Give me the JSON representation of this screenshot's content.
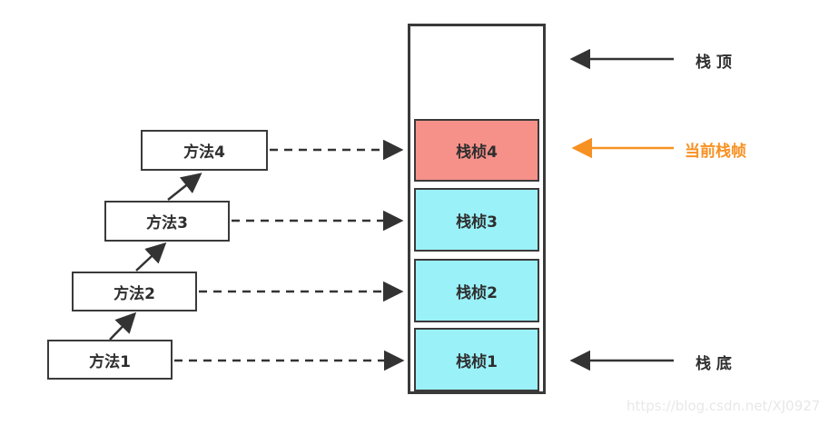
{
  "call_chain": {
    "methods": [
      {
        "label": "方法4"
      },
      {
        "label": "方法3"
      },
      {
        "label": "方法2"
      },
      {
        "label": "方法1"
      }
    ]
  },
  "stack": {
    "frames": [
      {
        "label": "栈桢4",
        "state": "current",
        "fill": "#F6918A"
      },
      {
        "label": "栈桢3",
        "state": "normal",
        "fill": "#9AF1F8"
      },
      {
        "label": "栈桢2",
        "state": "normal",
        "fill": "#9AF1F8"
      },
      {
        "label": "栈桢1",
        "state": "normal",
        "fill": "#9AF1F8"
      }
    ]
  },
  "annotations": {
    "stack_top": "栈 顶",
    "current_frame": "当前栈帧",
    "stack_bottom": "栈 底"
  },
  "colors": {
    "accent_orange": "#F79122",
    "arrow_black": "#333333",
    "frame_current_fill": "#F6918A",
    "frame_fill": "#9AF1F8",
    "box_border": "#3A3A3A",
    "watermark_gray": "#E8E8E8"
  },
  "watermark": "https://blog.csdn.net/XJ0927"
}
